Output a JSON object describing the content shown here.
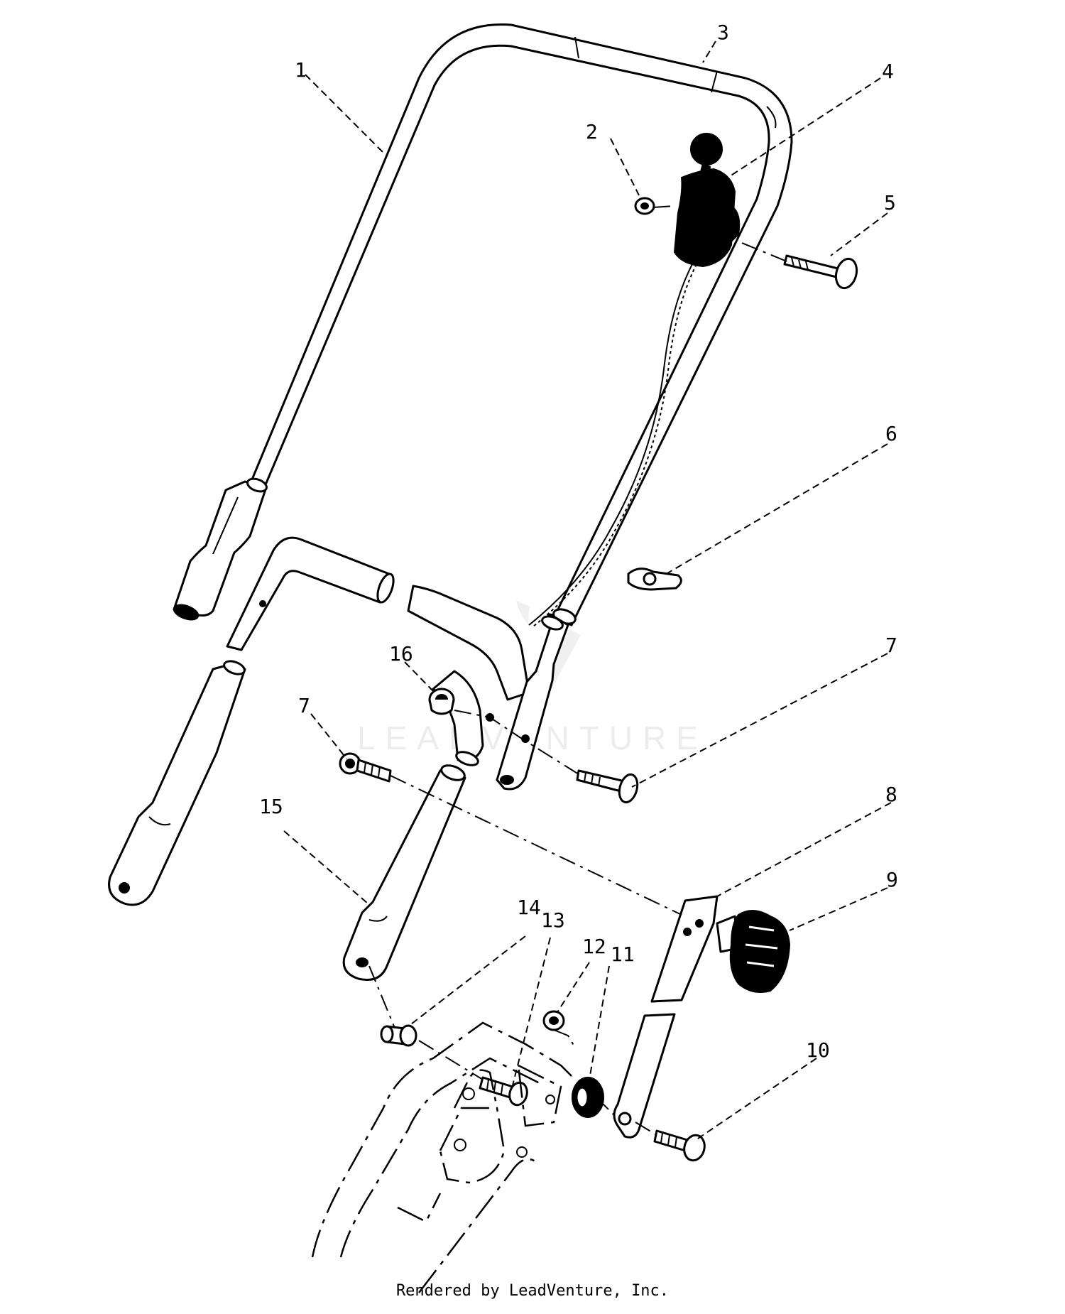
{
  "diagram": {
    "callouts": [
      "1",
      "2",
      "3",
      "4",
      "5",
      "6",
      "7",
      "7",
      "8",
      "9",
      "10",
      "11",
      "12",
      "13",
      "14",
      "15",
      "16"
    ],
    "watermark": "LEADVENTURE",
    "footer": "Rendered by LeadVenture, Inc."
  }
}
